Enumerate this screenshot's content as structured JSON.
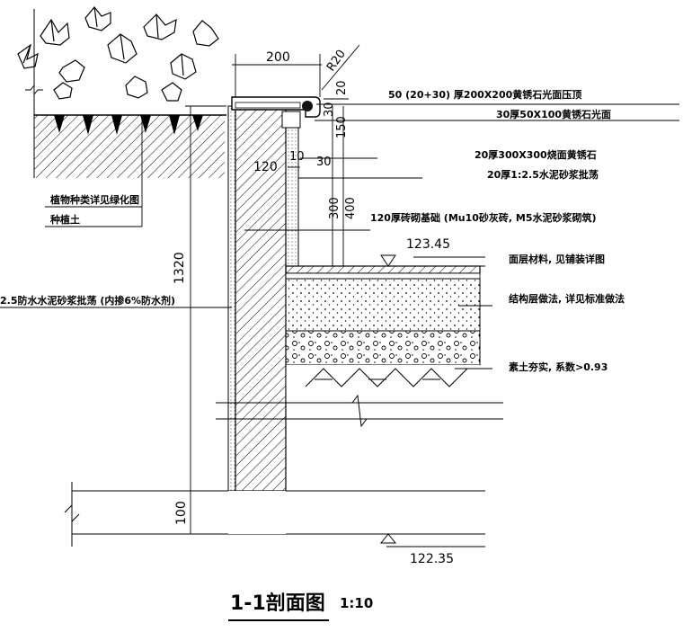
{
  "drawing": {
    "title": "1-1剖面图",
    "scale": "1:10"
  },
  "dimensions": {
    "d200": "200",
    "r20": "R20",
    "d20": "20",
    "d30": "30",
    "d150": "150",
    "d10": "10",
    "d30b": "30",
    "d120": "120",
    "d300": "300",
    "d400": "400",
    "d1320": "1320",
    "d100": "100"
  },
  "elevations": {
    "top": "123.45",
    "bottom": "122.35"
  },
  "annotations": {
    "coping": "50 (20+30) 厚200X200黄锈石光面压顶",
    "cap_stone": "30厚50X100黄锈石光面",
    "wall_finish": "20厚300X300烧面黄锈石",
    "mortar_coat": "20厚1:2.5水泥砂浆批荡",
    "brick_base": "120厚砖砌基础 (Mu10砂灰砖, M5水泥砂浆砌筑)",
    "plants": "植物种类详见绿化图",
    "soil": "种植土",
    "waterproof": "2.5防水水泥砂浆批荡 (内掺6%防水剂)",
    "surface": "面层材料, 见铺装详图",
    "structure": "结构层做法, 详见标准做法",
    "subgrade": "素土夯实, 系数>0.93"
  }
}
